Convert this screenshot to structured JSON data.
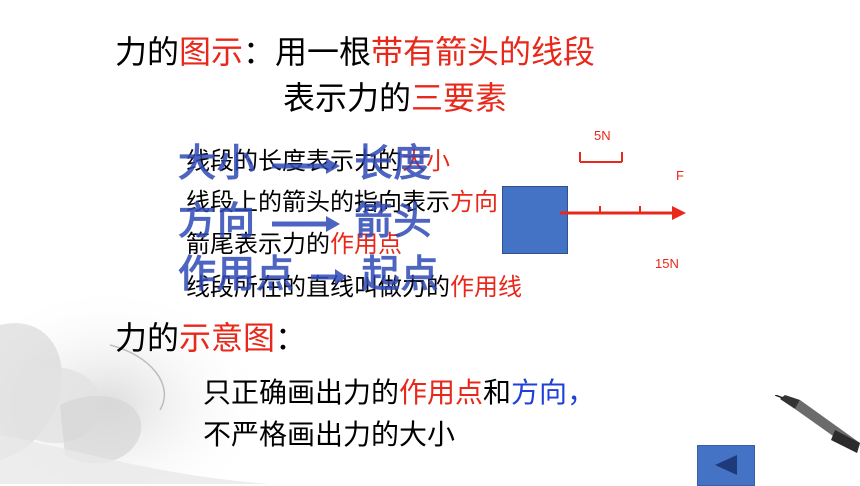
{
  "line1": {
    "a": "力的",
    "b": "图示",
    "c": "：用一根",
    "d": "带有箭头的线段"
  },
  "line2": {
    "a": "表示力的",
    "b": "三要素"
  },
  "list": {
    "r1": {
      "a": "线段的长度表示力的",
      "b": "大小"
    },
    "r2": {
      "a": "线段上的箭头的指向表示",
      "b": "方向"
    },
    "r3": {
      "a": "箭尾表示力的",
      "b": "作用点"
    },
    "r4": {
      "a": "线段所在的直线叫做力的",
      "b": "作用线"
    }
  },
  "overlay": {
    "o1": {
      "left": "大小",
      "right": "长度"
    },
    "o2": {
      "left": "方向",
      "right": "箭头"
    },
    "o3": {
      "left": "作用点",
      "right": "起点"
    }
  },
  "diagram": {
    "scale": "5N",
    "force": "F",
    "value": "15N"
  },
  "line3": {
    "a": "力的",
    "b": "示意图",
    "c": "："
  },
  "line4": {
    "a": "只正确画出力的",
    "b": "作用点",
    "c": "和",
    "d": "方向",
    "e": "，"
  },
  "line5": {
    "a": "不严格画出力的大小"
  },
  "colors": {
    "red": "#e8281a",
    "blue": "#1f3fd6",
    "overlay": "#2f49b6",
    "box": "#4472c4"
  }
}
